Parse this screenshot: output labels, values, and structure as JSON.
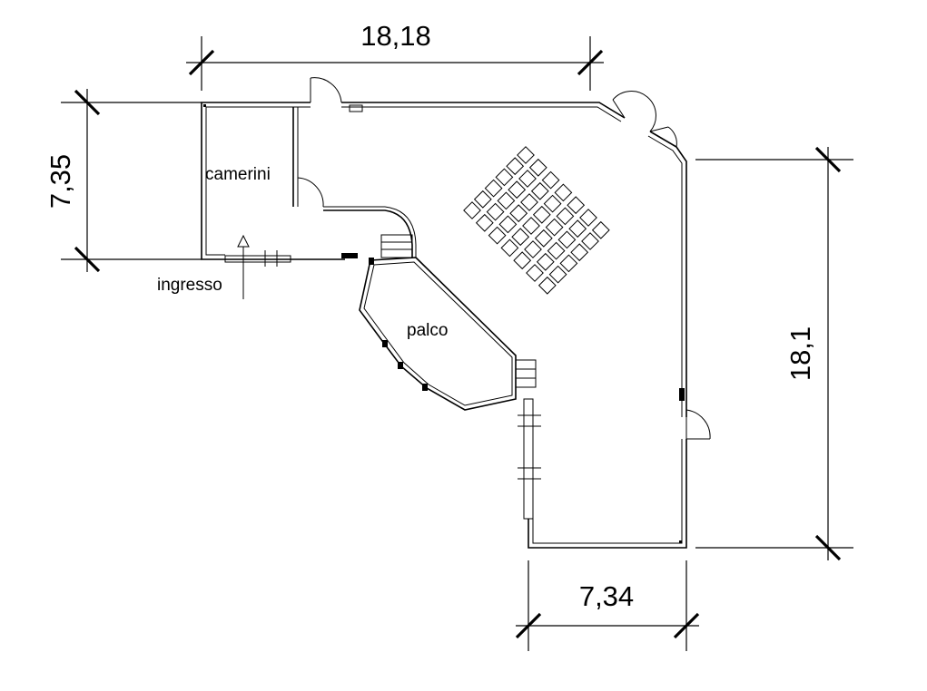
{
  "dimensions": {
    "top_width": "18,18",
    "left_height": "7,35",
    "right_height": "18,1",
    "bottom_width": "7,34"
  },
  "rooms": {
    "dressing": "camerini",
    "stage": "palco",
    "entrance": "ingresso"
  },
  "seating": {
    "rows": 6,
    "seats_per_row": 7
  }
}
